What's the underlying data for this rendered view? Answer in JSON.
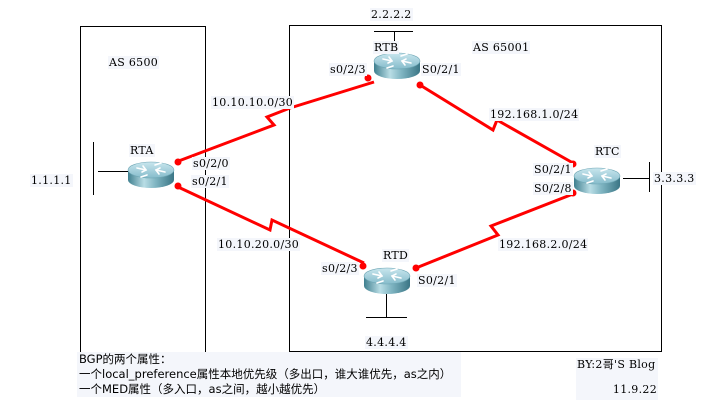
{
  "diagram": {
    "type": "BGP network topology",
    "colors": {
      "serial_link": "#ff0000",
      "box_border": "#000000",
      "label_bg": "#f4f6fb",
      "router_body": "#5f9aa8",
      "router_top": "#9fcbd6"
    },
    "autonomous_systems": [
      {
        "id": "as-left",
        "label": "AS 6500"
      },
      {
        "id": "as-right",
        "label": "AS 65001"
      }
    ],
    "routers": [
      {
        "id": "RTA",
        "label": "RTA",
        "loopback": "1.1.1.1"
      },
      {
        "id": "RTB",
        "label": "RTB",
        "loopback": "2.2.2.2"
      },
      {
        "id": "RTC",
        "label": "RTC",
        "loopback": "3.3.3.3"
      },
      {
        "id": "RTD",
        "label": "RTD",
        "loopback": "4.4.4.4"
      }
    ],
    "links": [
      {
        "from": "RTA",
        "to": "RTB",
        "network": "10.10.10.0/30",
        "from_if": "s0/2/0",
        "to_if": "s0/2/3"
      },
      {
        "from": "RTA",
        "to": "RTD",
        "network": "10.10.20.0/30",
        "from_if": "s0/2/1",
        "to_if": "s0/2/3"
      },
      {
        "from": "RTB",
        "to": "RTC",
        "network": "192.168.1.0/24",
        "from_if": "S0/2/1",
        "to_if": "S0/2/1"
      },
      {
        "from": "RTD",
        "to": "RTC",
        "network": "192.168.2.0/24",
        "from_if": "S0/2/1",
        "to_if": "S0/2/8"
      }
    ]
  },
  "notes": {
    "title": "BGP的两个属性：",
    "line1": "一个local_preference属性本地优先级（多出口，谁大谁优先，as之内）",
    "line2": "一个MED属性（多入口，as之间，越小越优先）"
  },
  "credit": {
    "author": "BY:2哥'S Blog",
    "date": "11.9.22"
  }
}
